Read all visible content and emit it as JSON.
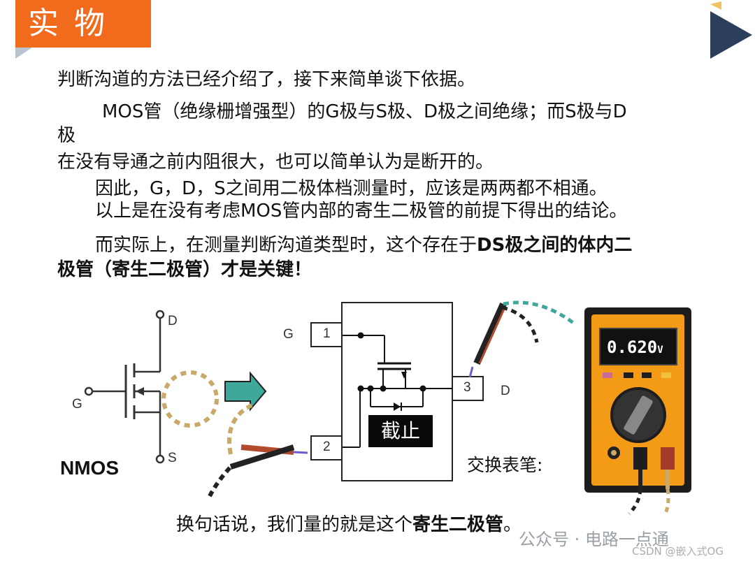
{
  "header": {
    "title": "实物"
  },
  "paragraphs": {
    "p1": "判断沟道的方法已经介绍了，接下来简单谈下依据。",
    "p2a": "MOS管（绝缘栅增强型）的G极与S极、D极之间绝缘；而S极与D",
    "p2b": "极",
    "p3": "在没有导通之前内阻很大，也可以简单认为是断开的。",
    "p4": "因此，G，D，S之间用二极体档测量时，应该是两两都不相通。",
    "p5": "以上是在没有考虑MOS管内部的寄生二极管的前提下得出的结论。",
    "p6_normal": "而实际上，在测量判断沟道类型时，这个存在于",
    "p6_bold": "DS极之间的体内二",
    "p7_bold": "极管（寄生二极管）才是关键！",
    "summary_normal": "换句话说，我们量的就是这个",
    "summary_bold": "寄生二极管",
    "summary_end": "。"
  },
  "symbol": {
    "d": "D",
    "g": "G",
    "s": "S",
    "name": "NMOS"
  },
  "package": {
    "g": "G",
    "pin1": "1",
    "pin2": "2",
    "pin3": "3",
    "d": "D",
    "state": "截止"
  },
  "meter": {
    "swap_label": "交换表笔:",
    "reading": "0.620",
    "unit": "V"
  },
  "watermark": {
    "line1": "公众号 · 电路一点通",
    "line2": "CSDN @嵌入式OG"
  },
  "colors": {
    "accent": "#f26a1b",
    "nav": "#2b3f5c",
    "teal": "#3fa89a",
    "meter": "#f39a17"
  }
}
